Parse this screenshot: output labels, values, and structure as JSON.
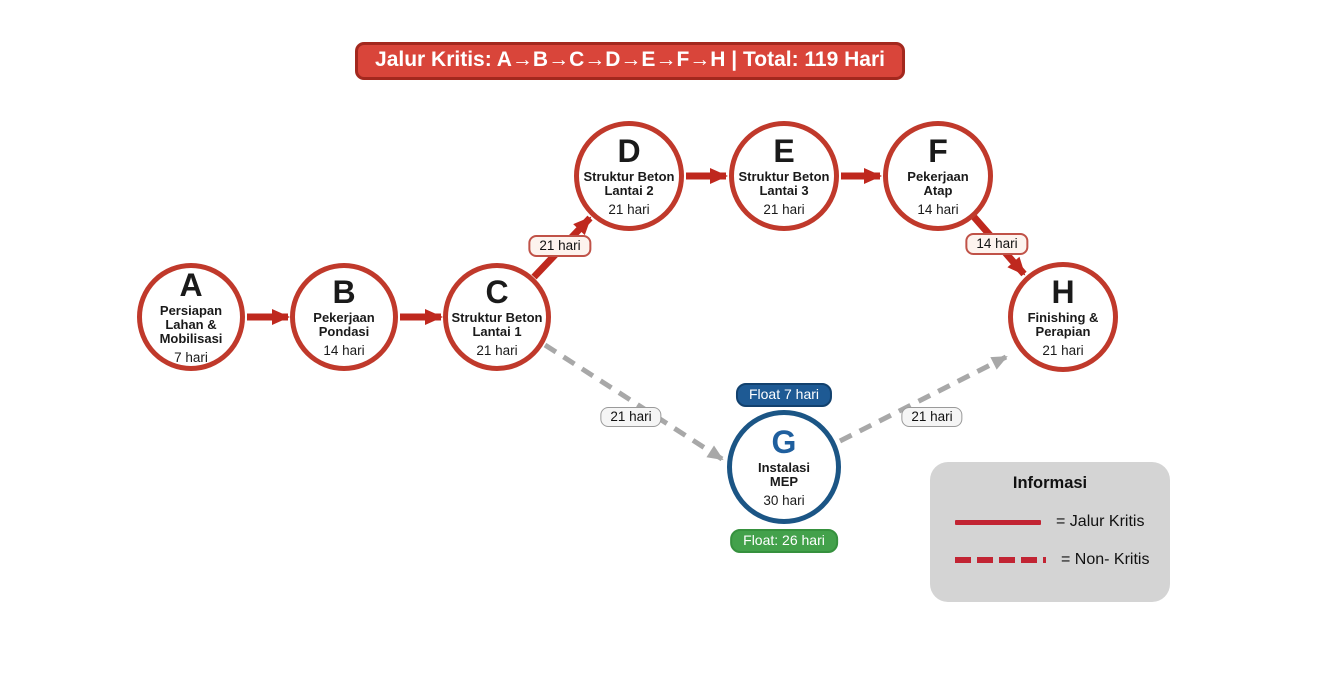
{
  "banner": {
    "text": "Jalur Kritis: A→B→C→D→E→F→H | Total: 119 Hari"
  },
  "nodes": [
    {
      "letter": "A",
      "name": "Persiapan\nLahan &\nMobilisasi",
      "duration": "7 hari"
    },
    {
      "letter": "B",
      "name": "Pekerjaan\nPondasi",
      "duration": "14 hari"
    },
    {
      "letter": "C",
      "name": "Struktur Beton\nLantai 1",
      "duration": "21 hari"
    },
    {
      "letter": "D",
      "name": "Struktur Beton\nLantai 2",
      "duration": "21 hari"
    },
    {
      "letter": "E",
      "name": "Struktur Beton\nLantai 3",
      "duration": "21 hari"
    },
    {
      "letter": "F",
      "name": "Pekerjaan\nAtap",
      "duration": "14 hari"
    },
    {
      "letter": "G",
      "name": "Instalasi\nMEP",
      "duration": "30 hari"
    },
    {
      "letter": "H",
      "name": "Finishing &\nPerapian",
      "duration": "21 hari"
    }
  ],
  "edge_labels": {
    "c_to_d": "21 hari",
    "f_to_h": "14 hari",
    "c_to_g": "21 hari",
    "g_to_h": "21 hari"
  },
  "float_badges": {
    "top": "Float 7 hari",
    "bottom": "Float: 26 hari"
  },
  "legend": {
    "title": "Informasi",
    "items": [
      {
        "line": "solid",
        "label": "= Jalur Kritis"
      },
      {
        "line": "dashed",
        "label": "= Non- Kritis"
      }
    ]
  },
  "colors": {
    "critical_red": "#c0392b",
    "arrow_red": "#bf281e",
    "banner_bg": "#d9453a",
    "banner_border": "#a3281e",
    "non_critical_gray": "#a8a8a8",
    "node_blue": "#1b5585",
    "float_blue": "#1e5a94",
    "float_green": "#43a14b",
    "legend_bg": "#d4d4d4",
    "legend_red": "#c22433"
  }
}
